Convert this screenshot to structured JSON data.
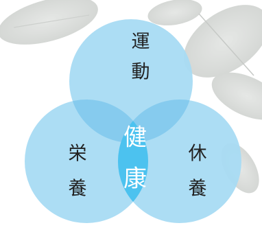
{
  "diagram": {
    "top_circle": {
      "chars": [
        "運",
        "動"
      ]
    },
    "left_circle": {
      "chars": [
        "栄",
        "養"
      ]
    },
    "right_circle": {
      "chars": [
        "休",
        "養"
      ]
    },
    "center": {
      "chars": [
        "健",
        "康"
      ]
    }
  },
  "colors": {
    "circle_fill": "#a8dbf3",
    "pair_overlap_fill": "#86cbee",
    "center_fill": "#4cc2ef",
    "leaf_tint": "#c8ccc8"
  }
}
